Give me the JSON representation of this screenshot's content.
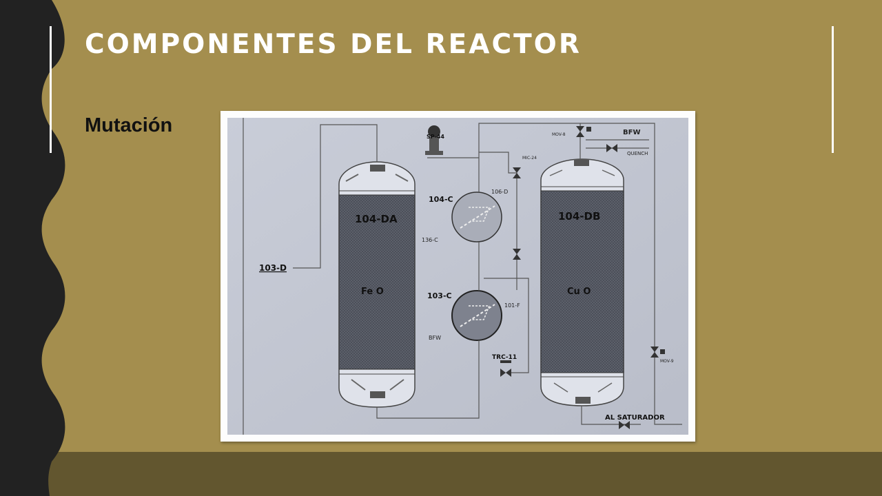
{
  "slide": {
    "title": "COMPONENTES DEL REACTOR",
    "subtitle": "Mutación"
  },
  "diagram": {
    "reactor_left": {
      "tag": "104-DA",
      "catalyst": "Fe O"
    },
    "reactor_right": {
      "tag": "104-DB",
      "catalyst": "Cu O"
    },
    "exchanger_top": {
      "tag": "104-C",
      "in_label": "136-C",
      "out_label": "106-D"
    },
    "exchanger_bottom": {
      "tag": "103-C",
      "in_label": "BFW",
      "out_label": "101-F"
    },
    "inlet": "103-D",
    "pump": "SP-44",
    "valve_mic": "MIC-24",
    "valve_trc": "TRC-11",
    "valve_mov_top": "MOV-8",
    "valve_mov_bottom": "MOV-9",
    "bfw": "BFW",
    "quench": "QUENCH",
    "outlet": "AL SATURADOR"
  }
}
